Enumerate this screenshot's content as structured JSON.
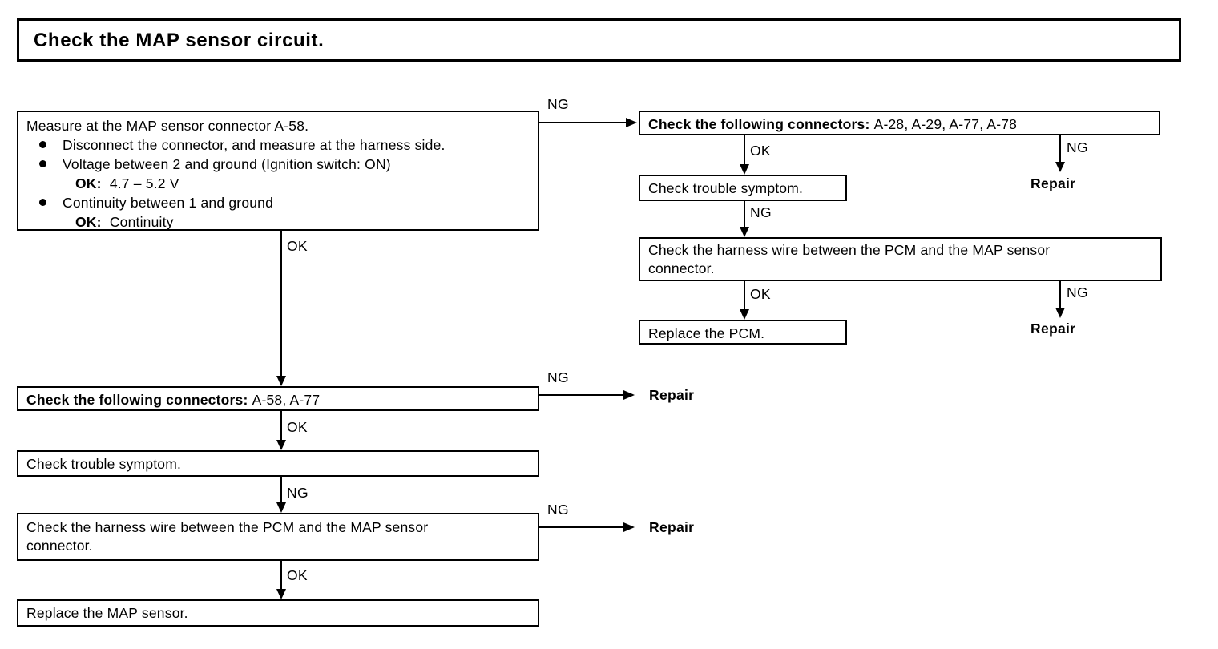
{
  "title": {
    "text": "Check the MAP sensor circuit."
  },
  "left_column": {
    "measure_box": {
      "heading": "Measure at the MAP sensor connector A-58.",
      "bullets": [
        {
          "text": "Disconnect the connector, and measure at the harness side.",
          "sub": null
        },
        {
          "text": "Voltage between 2 and ground  (Ignition switch: ON)",
          "sub": {
            "label": "OK:",
            "value": "4.7 – 5.2 V"
          }
        },
        {
          "text": "Continuity between 1 and ground",
          "sub": {
            "label": "OK:",
            "value": "Continuity"
          }
        }
      ]
    },
    "connectors_box": {
      "lead": "Check the following connectors:",
      "value": "A-58, A-77"
    },
    "trouble_box": {
      "text": "Check trouble symptom."
    },
    "harness_box": {
      "line1": "Check the harness wire between the PCM and the MAP sensor",
      "line2": "connector."
    },
    "replace_box": {
      "text": "Replace the MAP sensor."
    },
    "edges": {
      "measure_ng": "NG",
      "measure_ok": "OK",
      "connectors_ng": "NG",
      "connectors_ok": "OK",
      "trouble_ng": "NG",
      "harness_ng": "NG",
      "harness_ok": "OK"
    },
    "repairs": {
      "connectors_repair": "Repair",
      "harness_repair": "Repair"
    }
  },
  "right_column": {
    "connectors_box": {
      "lead": "Check the following connectors:",
      "value": "A-28, A-29, A-77, A-78"
    },
    "trouble_box": {
      "text": "Check trouble symptom."
    },
    "harness_box": {
      "line1": "Check the harness wire between the PCM and the MAP sensor",
      "line2": "connector."
    },
    "replace_box": {
      "text": "Replace the PCM."
    },
    "edges": {
      "connectors_ok": "OK",
      "connectors_ng": "NG",
      "trouble_ng": "NG",
      "harness_ok": "OK",
      "harness_ng": "NG"
    },
    "repairs": {
      "connectors_repair": "Repair",
      "harness_repair": "Repair"
    }
  }
}
